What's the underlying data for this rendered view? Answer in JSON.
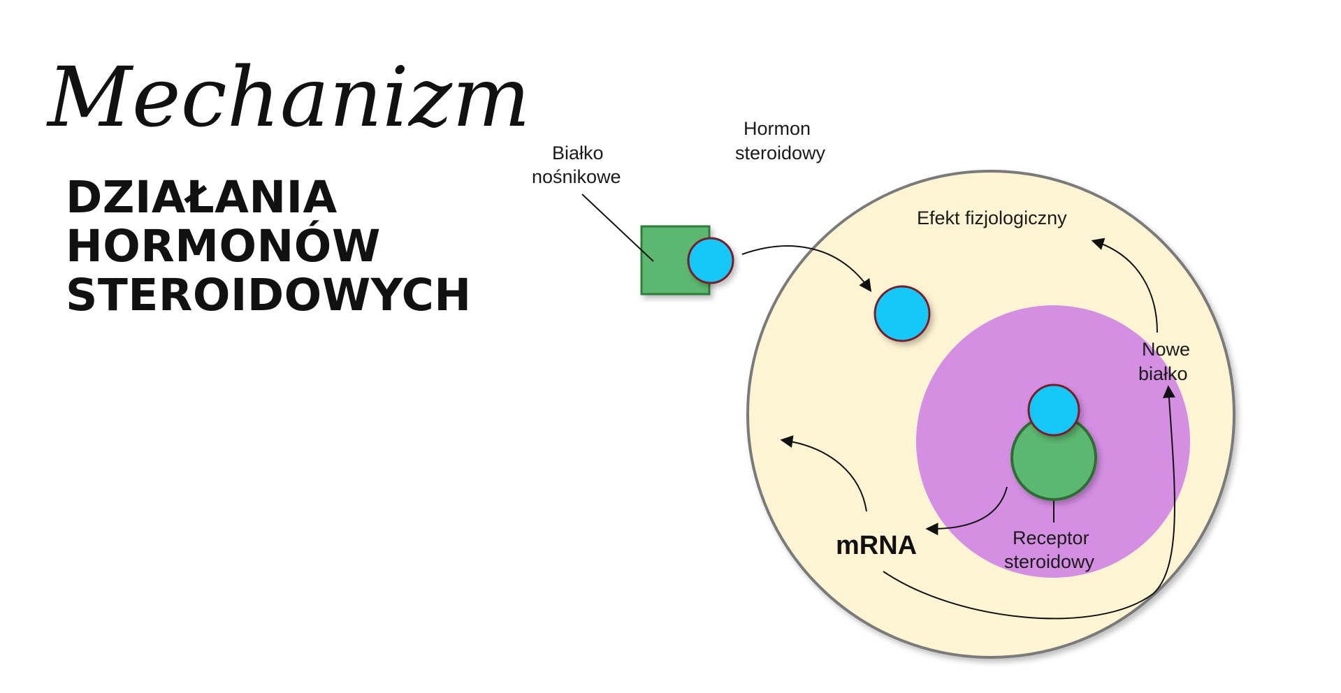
{
  "title": {
    "script_word": "Mechanizm",
    "lines": [
      "DZIAŁANIA",
      "HORMONÓW",
      "STEROIDOWYCH"
    ]
  },
  "labels": {
    "carrier_protein": [
      "Białko",
      "nośnikowe"
    ],
    "steroid_hormone": [
      "Hormon",
      "steroidowy"
    ],
    "physiological_effect": "Efekt fizjologiczny",
    "new_protein": [
      "Nowe",
      "białko"
    ],
    "mrna": "mRNA",
    "steroid_receptor": [
      "Receptor",
      "steroidowy"
    ]
  },
  "colors": {
    "cell": "#fdf4d3",
    "cell_border": "#7a7a7a",
    "nucleus": "#d48ee2",
    "carrier": "#5cb870",
    "carrier_border": "#2e7d3e",
    "hormone": "#14c8f7",
    "hormone_border": "#7a1a2a",
    "receptor": "#5cb870",
    "receptor_border": "#2d6e36",
    "text": "#1a1a1a"
  }
}
